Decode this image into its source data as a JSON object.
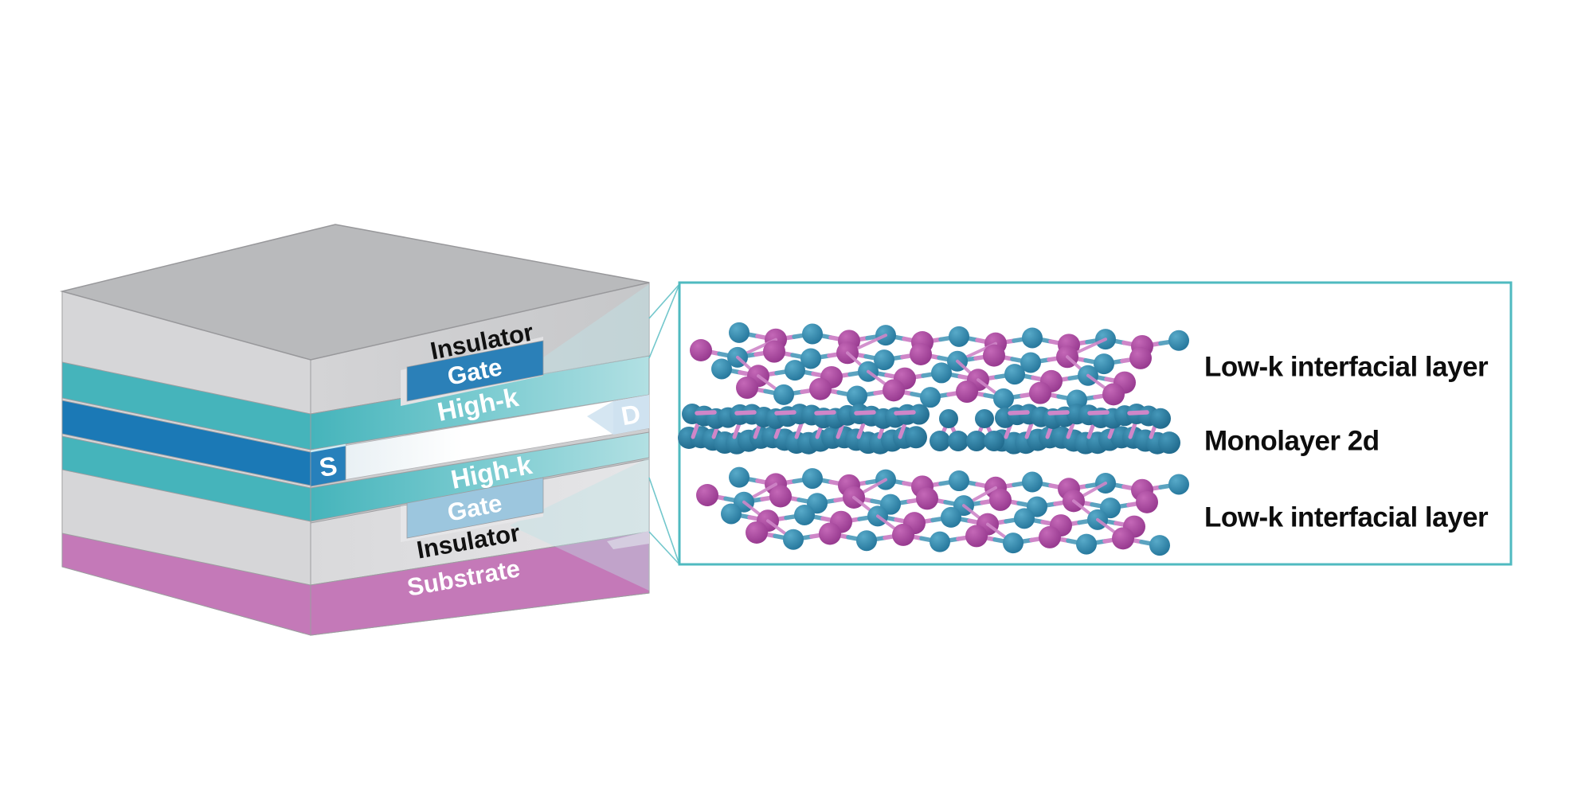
{
  "device_stack": {
    "insulator_top": "Insulator",
    "gate_top": "Gate",
    "high_k_top": "High-k",
    "drain": "D",
    "source": "S",
    "high_k_bottom": "High-k",
    "gate_bottom": "Gate",
    "insulator_bottom": "Insulator",
    "substrate": "Substrate"
  },
  "zoom_panel": {
    "label_top": "Low-k interfacial layer",
    "label_middle": "Monolayer 2d",
    "label_bottom": "Low-k interfacial layer",
    "border_color": "#4fbac0"
  },
  "colors": {
    "teal_layer": "#45b4bb",
    "channel_blue": "#1b79b6",
    "gate_blue": "#2b80b8",
    "gate_light": "#9cc6de",
    "substrate_pink": "#c479b8",
    "insulator_gray": "#d6d6d8",
    "top_face_gray": "#b9babc",
    "atom_teal": "#2f86aa",
    "atom_magenta": "#af4aa4",
    "atom_monolayer": "#2b7d9f",
    "bond_pink": "#cf86c8",
    "bond_teal": "#5ba3c0",
    "zoom_line_teal": "#72c7cc"
  }
}
